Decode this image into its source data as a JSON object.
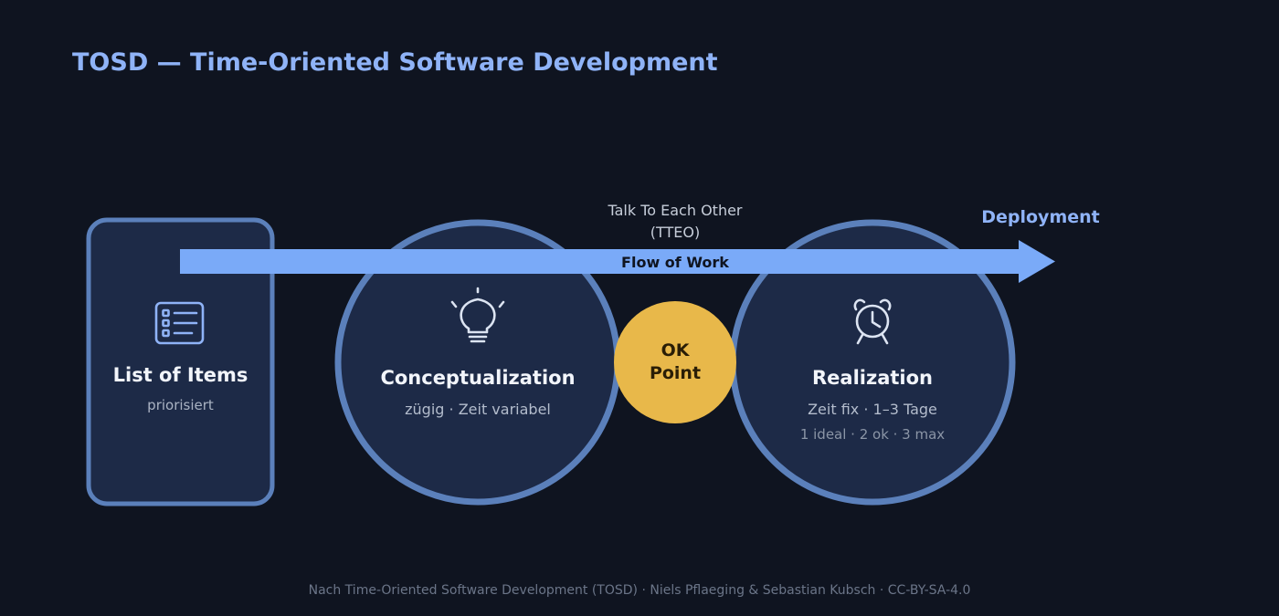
{
  "title": "TOSD — Time-Oriented Software Development",
  "list": {
    "title": "List of Items",
    "subtitle": "priorisiert",
    "icon": "list-icon"
  },
  "conceptualization": {
    "title": "Conceptualization",
    "subtitle": "zügig · Zeit variabel",
    "icon": "lightbulb-icon"
  },
  "ok_point": {
    "line1": "OK",
    "line2": "Point",
    "color": "#e8b84a"
  },
  "realization": {
    "title": "Realization",
    "subtitle": "Zeit fix · 1–3 Tage",
    "detail": "1 ideal · 2 ok · 3 max",
    "icon": "alarm-clock-icon"
  },
  "tteo": {
    "line1": "Talk To Each Other",
    "line2": "(TTEO)"
  },
  "flow": {
    "label": "Flow of Work",
    "color": "#7aaaf8"
  },
  "deployment": "Deployment",
  "footer": "Nach Time-Oriented Software Development (TOSD) · Niels Pflaeging & Sebastian Kubsch · CC-BY-SA-4.0",
  "colors": {
    "background": "#0f1420",
    "node_fill": "#1d2a47",
    "node_border": "#5b80bb",
    "accent": "#8fb3f7"
  }
}
